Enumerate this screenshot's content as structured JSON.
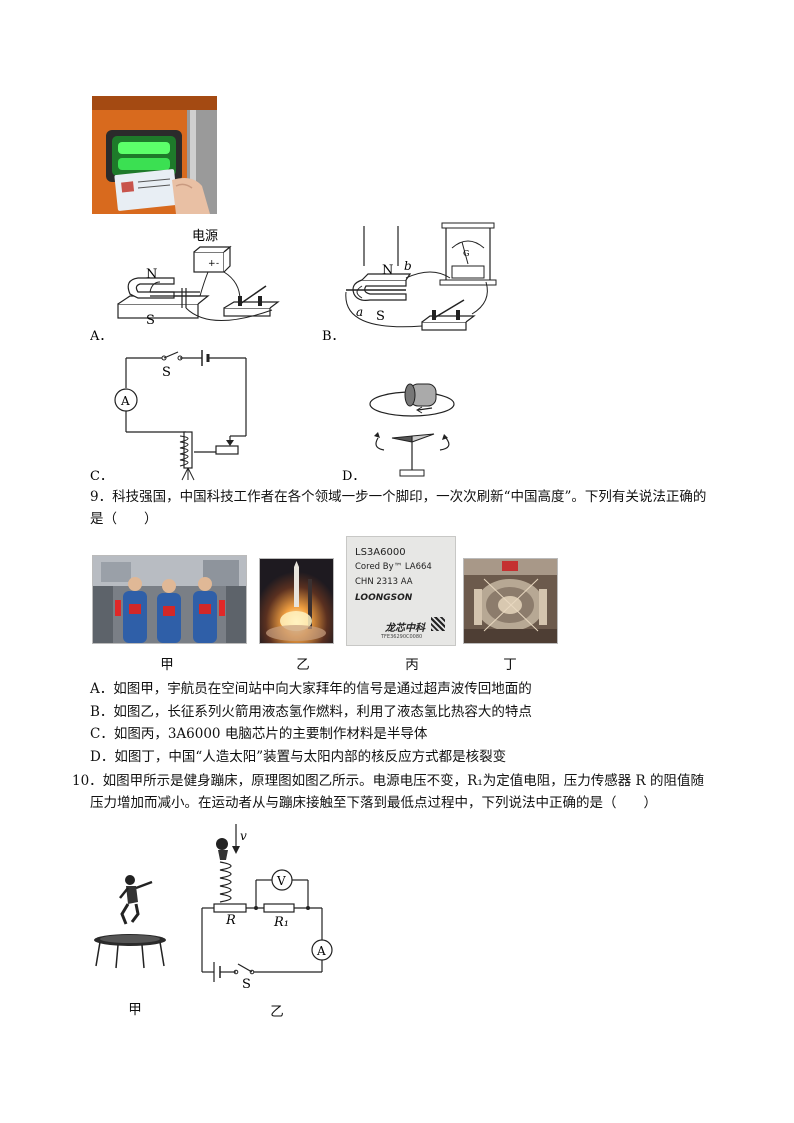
{
  "top_figures": {
    "A": {
      "option": "A．",
      "power_label": "电源",
      "north": "N",
      "south": "S"
    },
    "B": {
      "option": "B．",
      "north": "N",
      "south": "S",
      "a": "a",
      "b": "b",
      "meter": "G"
    },
    "C": {
      "option": "C．",
      "switch": "S",
      "ammeter": "A"
    },
    "D": {
      "option": "D．"
    }
  },
  "q9": {
    "stem_line1": "9．科技强国，中国科技工作者在各个领域一步一个脚印，一次次刷新“中国高度”。下列有关说法正确的",
    "stem_line2": "是（　　）",
    "captions": [
      "甲",
      "乙",
      "丙",
      "丁"
    ],
    "chip": {
      "line1": "LS3A6000",
      "line2": "Cored By™ LA664",
      "line3": "CHN  2313  AA",
      "brand": "LOONGSON",
      "cn_brand": "龙芯中科",
      "serial": "TFE36290C0080"
    },
    "options": [
      "A．如图甲，宇航员在空间站中向大家拜年的信号是通过超声波传回地面的",
      "B．如图乙，长征系列火箭用液态氢作燃料，利用了液态氢比热容大的特点",
      "C．如图丙，3A6000 电脑芯片的主要制作材料是半导体",
      "D．如图丁，中国“人造太阳”装置与太阳内部的核反应方式都是核裂变"
    ]
  },
  "q10": {
    "stem_line1": "10．如图甲所示是健身蹦床，原理图如图乙所示。电源电压不变，R₁为定值电阻，压力传感器 R 的阻值随",
    "stem_line2": "压力增加而减小。在运动者从与蹦床接触至下落到最低点过程中，下列说法中正确的是（　　）",
    "captions": [
      "甲",
      "乙"
    ],
    "circuit": {
      "v": "v",
      "voltmeter": "V",
      "r": "R",
      "r1": "R₁",
      "ammeter": "A",
      "switch": "S"
    }
  }
}
